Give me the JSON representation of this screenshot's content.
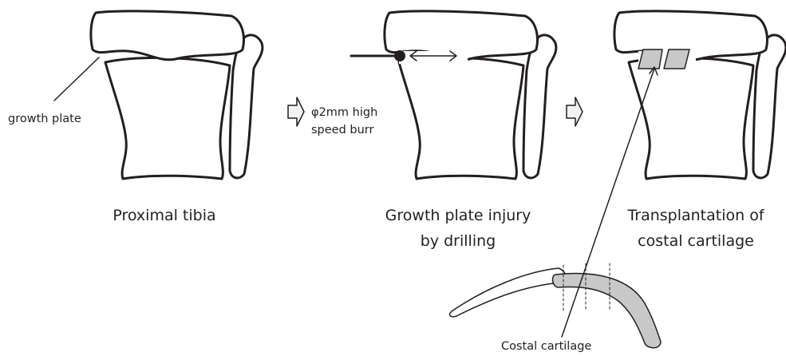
{
  "colors": {
    "stroke": "#231f20",
    "background": "#ffffff",
    "cartilage_fill": "#c8c8c8",
    "arrow_fill": "#f2f2f2"
  },
  "panels": [
    {
      "caption_lines": [
        "Proximal tibia"
      ]
    },
    {
      "caption_lines": [
        "Growth plate injury",
        "by drilling"
      ]
    },
    {
      "caption_lines": [
        "Transplantation of",
        "costal cartilage"
      ]
    }
  ],
  "annotations": {
    "growth_plate": "growth plate",
    "burr_line1": "φ2mm high",
    "burr_line2": "speed burr",
    "costal_cartilage": "Costal cartilage"
  },
  "icons": [
    "block-arrow-right-icon",
    "double-headed-arrow-icon"
  ]
}
